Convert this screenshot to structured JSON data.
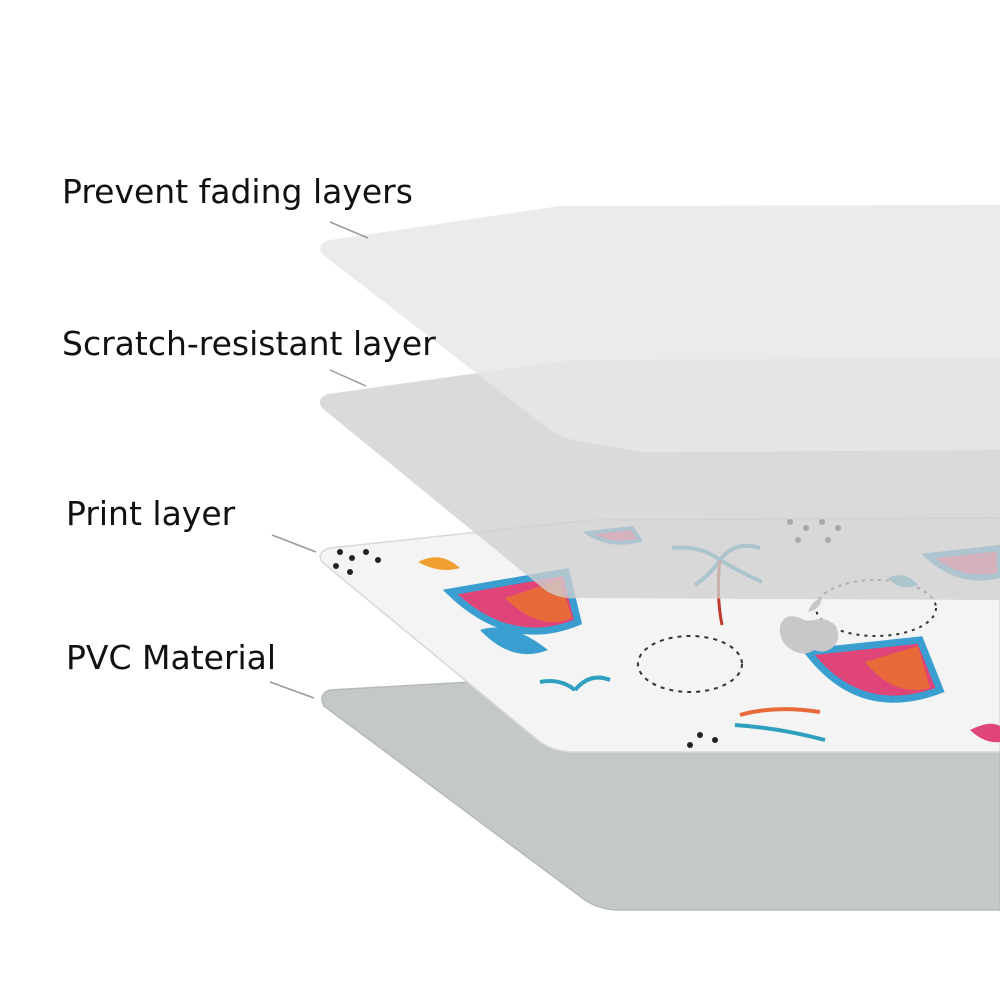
{
  "layers": [
    {
      "id": "fading",
      "label": "Prevent fading layers"
    },
    {
      "id": "scratch",
      "label": "Scratch-resistant layer"
    },
    {
      "id": "print",
      "label": "Print layer"
    },
    {
      "id": "pvc",
      "label": "PVC Material"
    }
  ],
  "colors": {
    "fading_layer": "#e6e6e6",
    "scratch_layer": "#cfcfcf",
    "print_layer": "#f4f4f4",
    "pvc_layer": "#c4c8c8",
    "label_text": "#111111",
    "leader_line": "#9a9a9a",
    "melon_pink": "#e0457a",
    "melon_rind": "#3a9fd0",
    "palm": "#2f9fbf",
    "logo": "#c8c8c8"
  },
  "icons": [
    "apple-logo-icon"
  ]
}
